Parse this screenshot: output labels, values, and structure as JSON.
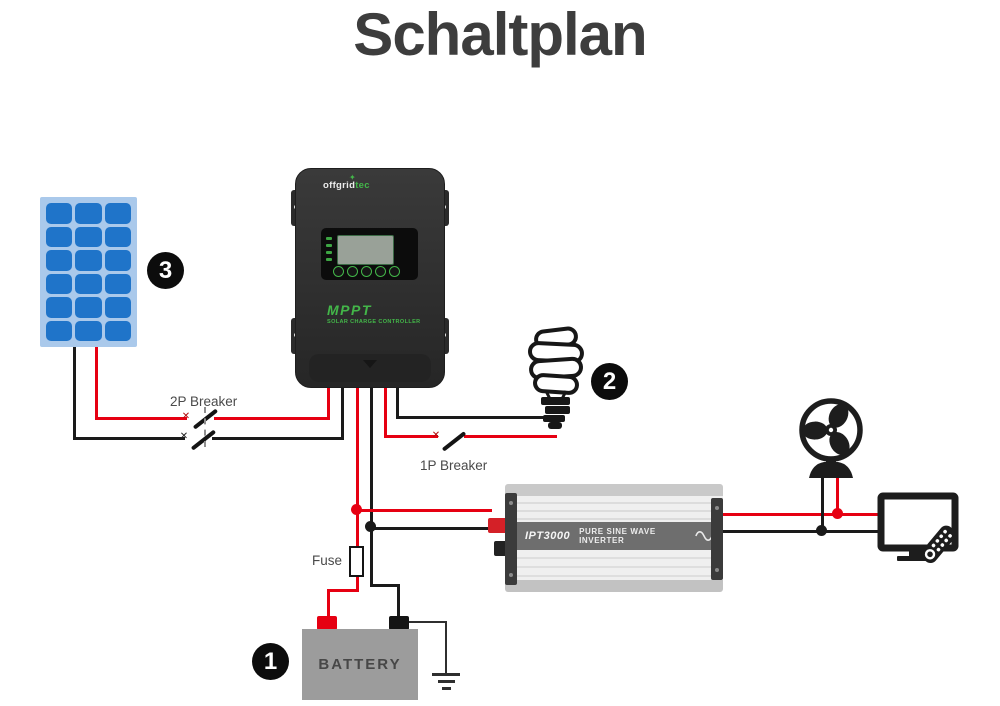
{
  "title": "Schaltplan",
  "callouts": {
    "battery": "1",
    "lamp": "2",
    "solar_panel": "3"
  },
  "labels": {
    "breaker_2p": "2P Breaker",
    "breaker_1p": "1P Breaker",
    "fuse": "Fuse",
    "battery": "BATTERY"
  },
  "symbols": {
    "breaker_contact": "✕",
    "logo_spark": "✦"
  },
  "controller": {
    "brand": "offgrid",
    "brand_suffix": "tec",
    "model": "MPPT",
    "subtitle": "SOLAR CHARGE CONTROLLER"
  },
  "inverter": {
    "model": "IPT3000",
    "name": "PURE SINE WAVE INVERTER"
  },
  "icons": {
    "solar_panel": "solar-panel-icon",
    "charge_controller": "mppt-controller-icon",
    "lamp": "cfl-bulb-icon",
    "inverter": "inverter-icon",
    "fan": "fan-icon",
    "tv": "tv-with-remote-icon",
    "battery": "battery-icon",
    "ground": "earth-ground-icon"
  },
  "colors": {
    "wire_red": "#e60012",
    "wire_black": "#1a1a1a",
    "green": "#43b649",
    "panel_frame": "#aac9eb",
    "panel_cell": "#1f74c9",
    "battery_gray": "#9c9c9c",
    "inverter_band": "#6e6e6e",
    "terminal_red": "#d42027",
    "title_text": "#3d3d3d",
    "label_text": "#4a4a4a"
  }
}
